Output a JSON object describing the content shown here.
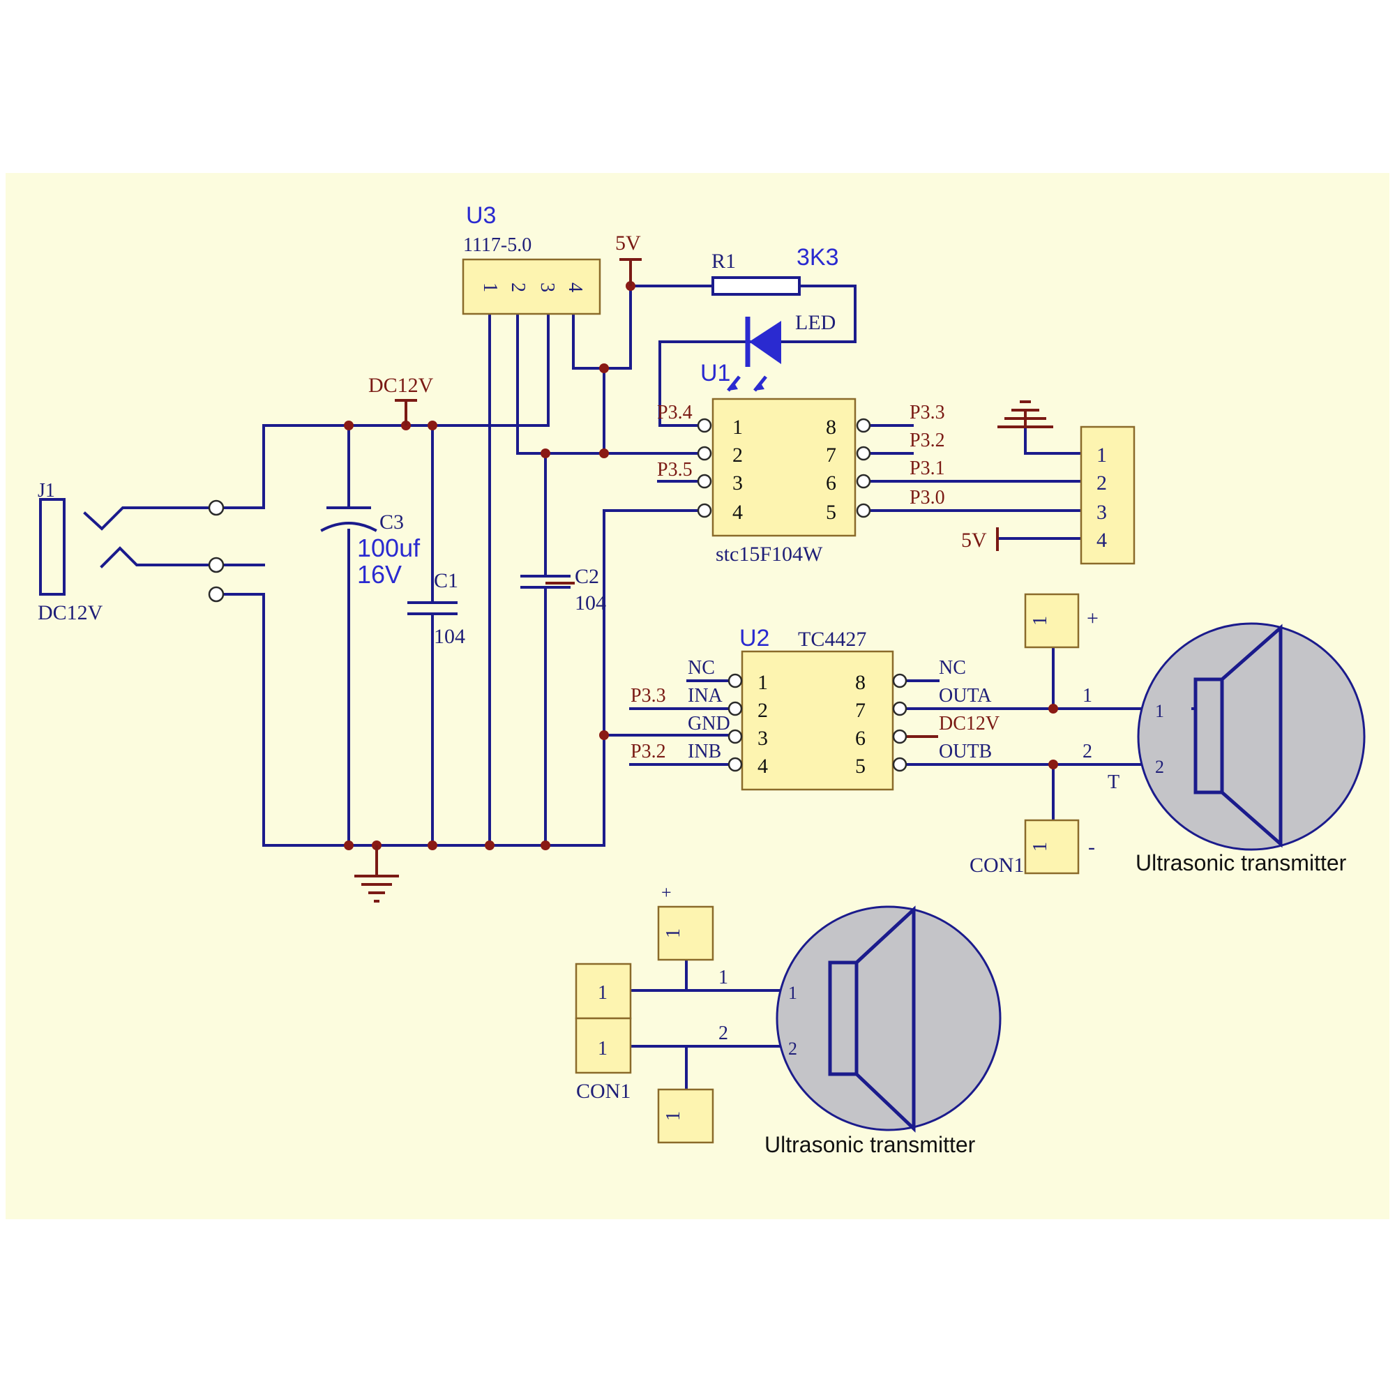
{
  "colors": {
    "sheet": "#fcfcde",
    "wire": "#1b1b8c",
    "chip_fill": "#fdf4b0",
    "net_label": "#7a1a14",
    "designator": "#2a2ad0",
    "junction": "#8a1a14",
    "speaker_fill": "#c4c4c8"
  },
  "regulator": {
    "ref": "U3",
    "part": "1117-5.0",
    "pins": [
      "1",
      "2",
      "3",
      "4"
    ]
  },
  "net_5v": "5V",
  "net_dc12v": "DC12V",
  "resistor": {
    "ref": "R1",
    "value": "3K3"
  },
  "led": {
    "label": "LED"
  },
  "mcu": {
    "ref": "U1",
    "part": "stc15F104W",
    "left_pins": [
      "1",
      "2",
      "3",
      "4"
    ],
    "right_pins": [
      "8",
      "7",
      "6",
      "5"
    ],
    "left_nets": [
      "P3.4",
      "P3.5"
    ],
    "right_nets": [
      "P3.3",
      "P3.2",
      "P3.1",
      "P3.0"
    ]
  },
  "header": {
    "pins": [
      "1",
      "2",
      "3",
      "4"
    ],
    "vcc_label": "5V"
  },
  "jack": {
    "ref": "J1",
    "label": "DC12V"
  },
  "capacitors": {
    "c3": {
      "ref": "C3",
      "value_line1": "100uf",
      "value_line2": "16V"
    },
    "c1": {
      "ref": "C1",
      "value": "104"
    },
    "c2": {
      "ref": "C2",
      "value": "104"
    }
  },
  "driver": {
    "ref": "U2",
    "part": "TC4427",
    "left_pins": [
      "1",
      "2",
      "3",
      "4"
    ],
    "right_pins": [
      "8",
      "7",
      "6",
      "5"
    ],
    "left_names": [
      "NC",
      "INA",
      "GND",
      "INB"
    ],
    "right_names": [
      "NC",
      "OUTA",
      "DC12V",
      "OUTB"
    ],
    "left_nets": [
      "P3.3",
      "P3.2"
    ]
  },
  "output_upper": {
    "con_ref": "CON1",
    "plus": "+",
    "minus": "-",
    "pad_label": "1",
    "wire_labels": [
      "1",
      "2"
    ],
    "t_label": "T",
    "speaker_pins": [
      "1",
      "2"
    ],
    "speaker_label": "Ultrasonic transmitter"
  },
  "output_lower": {
    "con_ref": "CON1",
    "plus": "+",
    "pad_label": "1",
    "wire_labels": [
      "1",
      "2"
    ],
    "speaker_pins": [
      "1",
      "2"
    ],
    "speaker_label": "Ultrasonic transmitter"
  }
}
